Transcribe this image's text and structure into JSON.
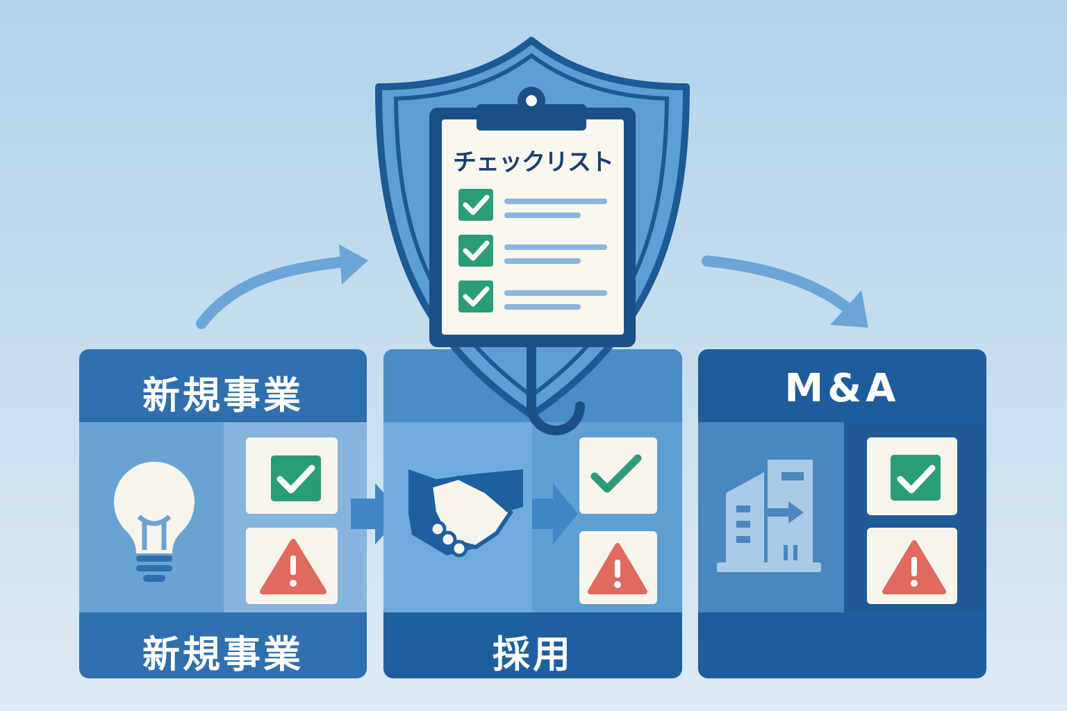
{
  "checklist": {
    "title": "チェックリスト",
    "items": 3
  },
  "panels": [
    {
      "header": "新規事業",
      "footer": "新規事業",
      "icon": "lightbulb-icon"
    },
    {
      "header": "",
      "footer": "採用",
      "icon": "handshake-icon"
    },
    {
      "header": "M&A",
      "footer": "",
      "icon": "building-icon"
    }
  ],
  "colors": {
    "accent": "#1f5c9c",
    "check": "#2a9d78",
    "warning": "#e06a60",
    "card": "#f8f5ec"
  }
}
